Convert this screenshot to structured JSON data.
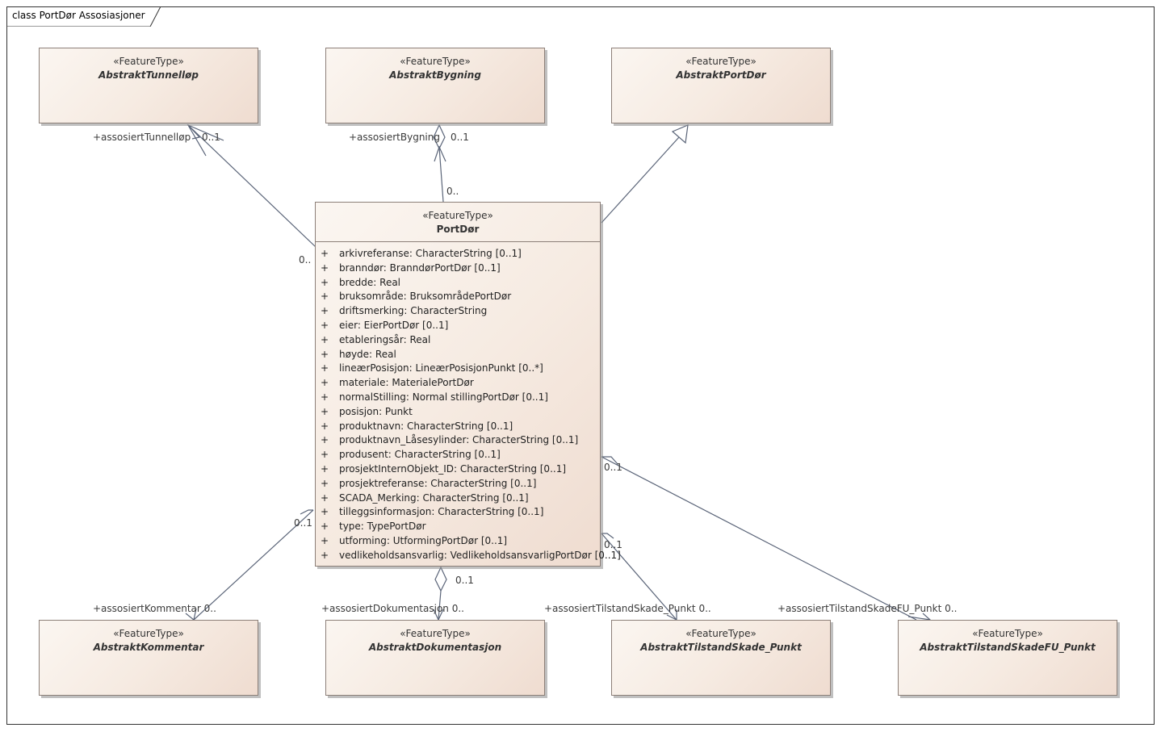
{
  "frame": {
    "title": "class PortDør Assosiasjoner"
  },
  "classes": {
    "tunnel": {
      "stereotype": "«FeatureType»",
      "name": "AbstraktTunnelløp"
    },
    "bygning": {
      "stereotype": "«FeatureType»",
      "name": "AbstraktBygning"
    },
    "portdor": {
      "stereotype": "«FeatureType»",
      "name": "AbstraktPortDør"
    },
    "main": {
      "stereotype": "«FeatureType»",
      "name": "PortDør",
      "attributes": [
        {
          "vis": "+",
          "text": "arkivreferanse: CharacterString [0..1]"
        },
        {
          "vis": "+",
          "text": "branndør: BranndørPortDør [0..1]"
        },
        {
          "vis": "+",
          "text": "bredde: Real"
        },
        {
          "vis": "+",
          "text": "bruksområde: BruksområdePortDør"
        },
        {
          "vis": "+",
          "text": "driftsmerking: CharacterString"
        },
        {
          "vis": "+",
          "text": "eier: EierPortDør [0..1]"
        },
        {
          "vis": "+",
          "text": "etableringsår: Real"
        },
        {
          "vis": "+",
          "text": "høyde: Real"
        },
        {
          "vis": "+",
          "text": "lineærPosisjon: LineærPosisjonPunkt [0..*]"
        },
        {
          "vis": "+",
          "text": "materiale: MaterialePortDør"
        },
        {
          "vis": "+",
          "text": "normalStilling: Normal stillingPortDør [0..1]"
        },
        {
          "vis": "+",
          "text": "posisjon: Punkt"
        },
        {
          "vis": "+",
          "text": "produktnavn: CharacterString [0..1]"
        },
        {
          "vis": "+",
          "text": "produktnavn_Låsesylinder: CharacterString [0..1]"
        },
        {
          "vis": "+",
          "text": "produsent: CharacterString [0..1]"
        },
        {
          "vis": "+",
          "text": "prosjektInternObjekt_ID: CharacterString [0..1]"
        },
        {
          "vis": "+",
          "text": "prosjektreferanse: CharacterString [0..1]"
        },
        {
          "vis": "+",
          "text": "SCADA_Merking: CharacterString [0..1]"
        },
        {
          "vis": "+",
          "text": "tilleggsinformasjon: CharacterString [0..1]"
        },
        {
          "vis": "+",
          "text": "type: TypePortDør"
        },
        {
          "vis": "+",
          "text": "utforming: UtformingPortDør [0..1]"
        },
        {
          "vis": "+",
          "text": "vedlikeholdsansvarlig: VedlikeholdsansvarligPortDør [0..1]"
        }
      ]
    },
    "kommentar": {
      "stereotype": "«FeatureType»",
      "name": "AbstraktKommentar"
    },
    "dokumentasjon": {
      "stereotype": "«FeatureType»",
      "name": "AbstraktDokumentasjon"
    },
    "tilstand": {
      "stereotype": "«FeatureType»",
      "name": "AbstraktTilstandSkade_Punkt"
    },
    "tilstandFU": {
      "stereotype": "«FeatureType»",
      "name": "AbstraktTilstandSkadeFU_Punkt"
    }
  },
  "labels": {
    "tunnel_role": "+assosiertTunnelløp",
    "tunnel_mult": "0..1",
    "tunnel_src_mult": "0..",
    "bygning_role": "+assosiertBygning",
    "bygning_mult": "0..1",
    "bygning_src_mult": "0..",
    "kommentar_src_mult": "0..1",
    "kommentar_role": "+assosiertKommentar 0..",
    "dok_src_mult": "0..1",
    "dok_role": "+assosiertDokumentasjon 0..",
    "tilstand_src_mult": "0..1",
    "tilstand_role": "+assosiertTilstandSkade_Punkt  0..",
    "tilstandFU_src_mult": "0..1",
    "tilstandFU_role": "+assosiertTilstandSkadeFU_Punkt  0.."
  }
}
